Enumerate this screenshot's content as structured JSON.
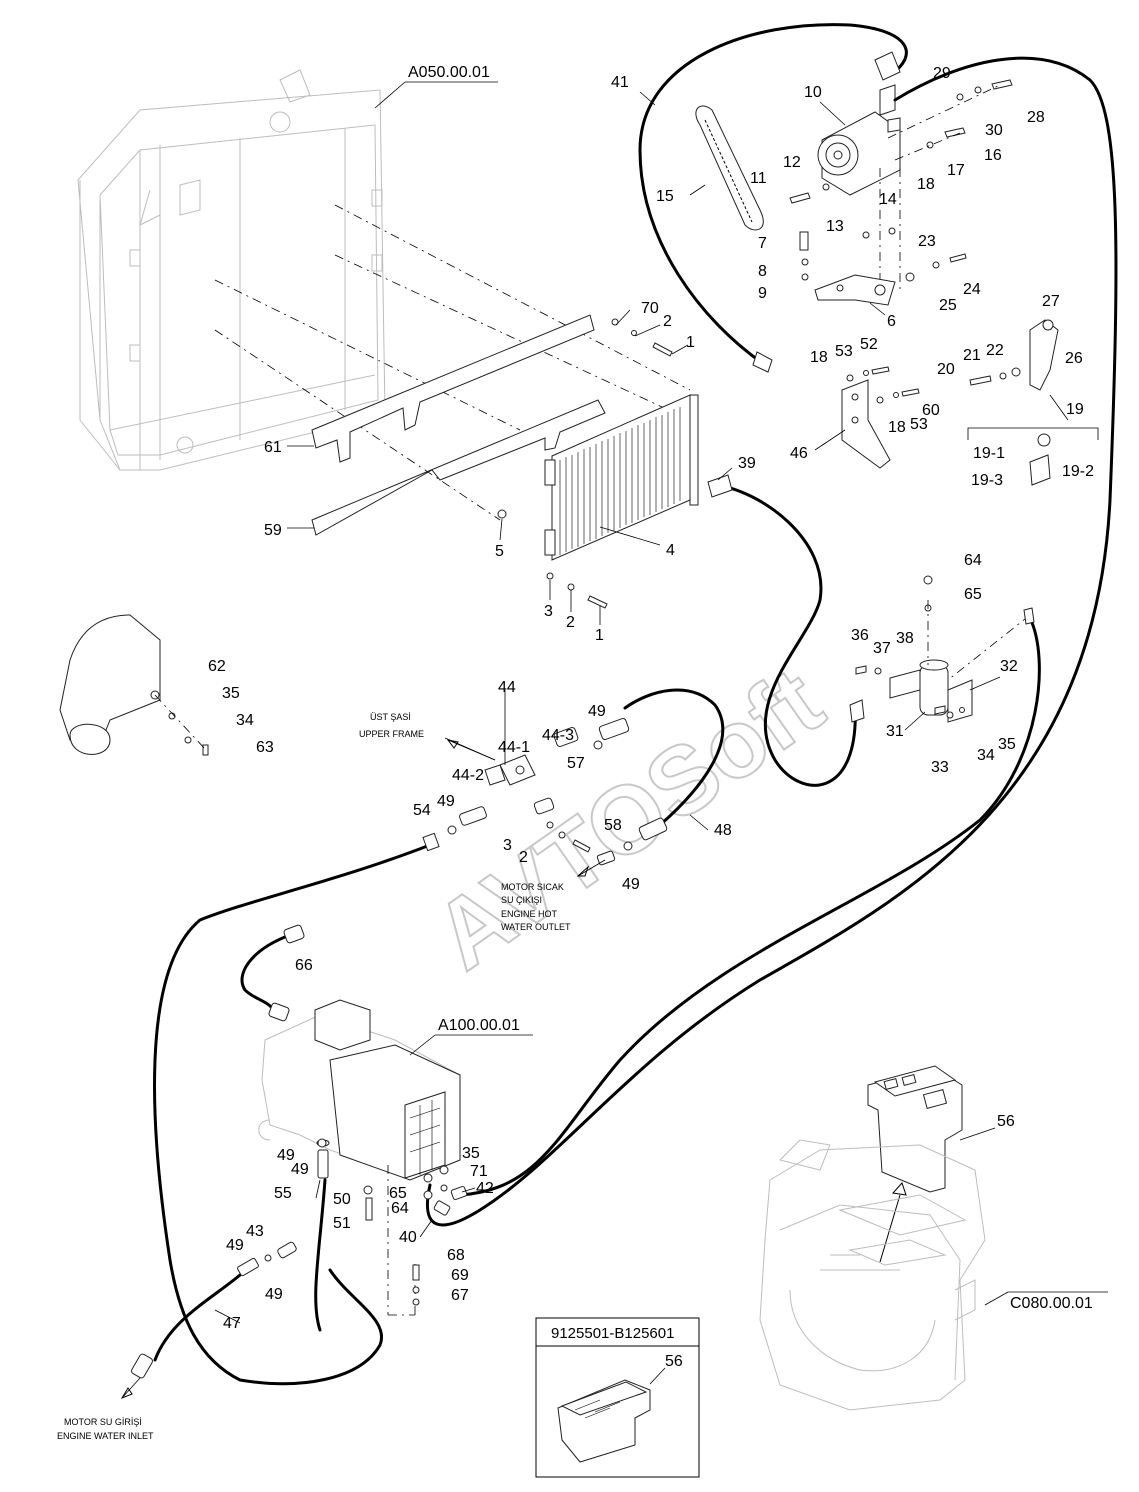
{
  "watermark": "AVTOSoft",
  "assemblies": {
    "radiator": "A050.00.01",
    "heater": "A100.00.01",
    "console": "C080.00.01"
  },
  "notes": {
    "upper_frame_tr": "ÜST ŞASİ",
    "upper_frame_en": "UPPER FRAME",
    "hot_outlet_tr_1": "MOTOR SICAK",
    "hot_outlet_tr_2": "SU ÇIKIŞI",
    "hot_outlet_en_1": "ENGINE HOT",
    "hot_outlet_en_2": "WATER OUTLET",
    "water_inlet_tr": "MOTOR SU GİRİŞİ",
    "water_inlet_en": "ENGINE WATER INLET"
  },
  "inset": {
    "serial_range": "9125501-B125601",
    "part": "56"
  },
  "callouts": {
    "c1a": "1",
    "c2a": "2",
    "c70": "70",
    "c1b": "1",
    "c2b": "2",
    "c3b": "3",
    "c4": "4",
    "c5": "5",
    "c6": "6",
    "c7": "7",
    "c8": "8",
    "c9": "9",
    "c10": "10",
    "c11": "11",
    "c12": "12",
    "c13": "13",
    "c14": "14",
    "c15": "15",
    "c16": "16",
    "c17": "17",
    "c18a": "18",
    "c18b": "18",
    "c18c": "18",
    "c19": "19",
    "c19_1": "19-1",
    "c19_2": "19-2",
    "c19_3": "19-3",
    "c20": "20",
    "c21": "21",
    "c22": "22",
    "c23": "23",
    "c24": "24",
    "c25": "25",
    "c26": "26",
    "c27": "27",
    "c28": "28",
    "c29": "29",
    "c30": "30",
    "c31": "31",
    "c32": "32",
    "c33": "33",
    "c34a": "34",
    "c35a": "35",
    "c36": "36",
    "c37": "37",
    "c38": "38",
    "c39": "39",
    "c40": "40",
    "c41": "41",
    "c42": "42",
    "c43": "43",
    "c44": "44",
    "c44_1": "44-1",
    "c44_2": "44-2",
    "c44_3": "44-3",
    "c46": "46",
    "c47": "47",
    "c48": "48",
    "c49a": "49",
    "c49b": "49",
    "c49c": "49",
    "c49d": "49",
    "c49e": "49",
    "c49f": "49",
    "c49g": "49",
    "c50": "50",
    "c51": "51",
    "c52": "52",
    "c53a": "53",
    "c53b": "53",
    "c54": "54",
    "c55": "55",
    "c56": "56",
    "c57": "57",
    "c58": "58",
    "c59": "59",
    "c60": "60",
    "c61": "61",
    "c62": "62",
    "c34b": "34",
    "c35b": "35",
    "c63": "63",
    "c64a": "64",
    "c65a": "65",
    "c64b": "64",
    "c65b": "65",
    "c35c": "35",
    "c71": "71",
    "c66": "66",
    "c67": "67",
    "c68": "68",
    "c69": "69",
    "c3c": "3",
    "c2c": "2"
  }
}
